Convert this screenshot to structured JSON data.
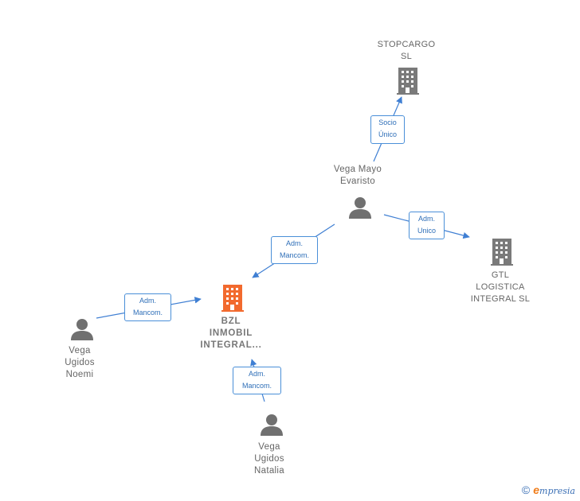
{
  "nodes": {
    "stopcargo": {
      "label": "STOPCARGO\nSL"
    },
    "vega_mayo": {
      "label": "Vega Mayo\nEvaristo"
    },
    "gtl": {
      "label": "GTL\nLOGISTICA\nINTEGRAL  SL"
    },
    "bzl": {
      "label": "BZL\nINMOBIL\nINTEGRAL..."
    },
    "vega_noemi": {
      "label": "Vega\nUgidos\nNoemi"
    },
    "vega_natalia": {
      "label": "Vega\nUgidos\nNatalia"
    }
  },
  "edges": {
    "socio_unico": {
      "label": "Socio\nÚnico"
    },
    "adm_unico": {
      "label": "Adm.\nUnico"
    },
    "adm_mancom_evaristo": {
      "label": "Adm.\nMancom."
    },
    "adm_mancom_noemi": {
      "label": "Adm.\nMancom."
    },
    "adm_mancom_natalia": {
      "label": "Adm.\nMancom."
    }
  },
  "colors": {
    "edge": "#3f7fd3",
    "company": "#7a7a7a",
    "company_highlight": "#f26a2e",
    "person": "#707070"
  },
  "footer": {
    "copyright": "©",
    "brand_initial": "e",
    "brand_rest": "mpresia"
  }
}
